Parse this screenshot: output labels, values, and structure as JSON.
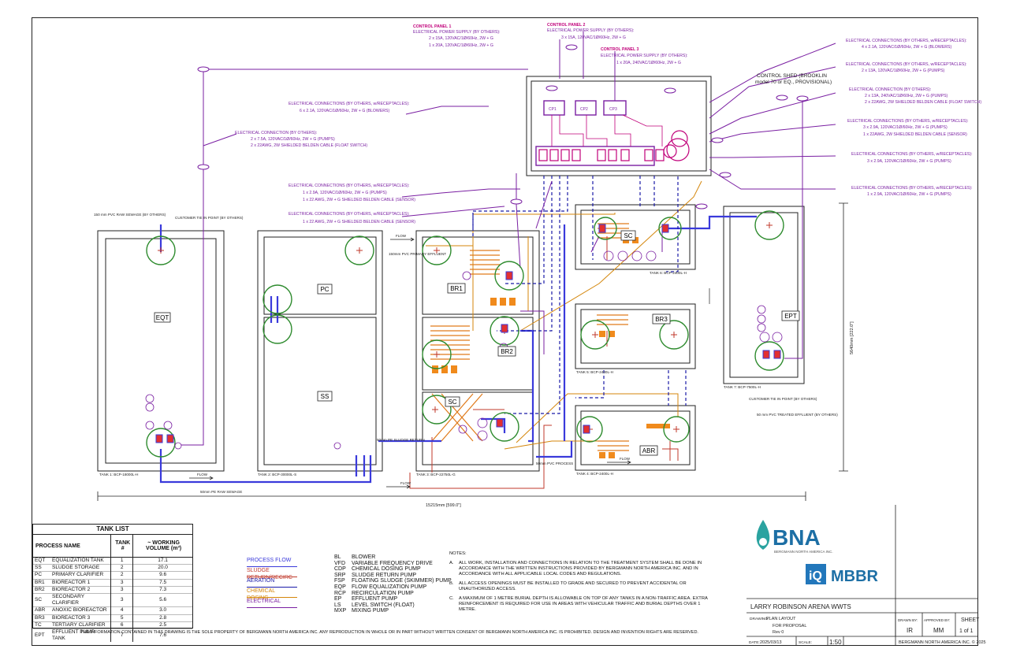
{
  "title_block": {
    "project": "LARRY ROBINSON ARENA WWTS",
    "drawing_label": "DRAWING:",
    "drawing_name": "PLAN LAYOUT",
    "purpose": "FOR PROPOSAL",
    "rev": "Rev 0",
    "date_label": "DATE:",
    "date": "2025/03/13",
    "scale_label": "SCALE:",
    "scale": "1:50",
    "drawn_by_label": "DRAWN BY:",
    "drawn_by": "IR",
    "approved_by_label": "APPROVED BY:",
    "approved_by": "MM",
    "sheet_label": "SHEET",
    "sheet": "1 of 1",
    "company": "BERGMANN NORTH AMERICA INC. © 2025",
    "logo_text": "BNA",
    "logo_sub": "BERGMANN NORTH AMERICA INC.",
    "product_logo_iq": "iQ",
    "product_logo_text": "MBBR"
  },
  "tank_list": {
    "title": "TANK LIST",
    "col_process": "PROCESS NAME",
    "col_tank": "TANK #",
    "col_volume": "~ WORKING VOLUME (m³)",
    "rows": [
      {
        "abbr": "EQT",
        "name": "EQUALIZATION TANK",
        "tank": "1",
        "vol": "17.1"
      },
      {
        "abbr": "SS",
        "name": "SLUDGE STORAGE",
        "tank": "2",
        "vol": "20.0"
      },
      {
        "abbr": "PC",
        "name": "PRIMARY CLARIFIER",
        "tank": "2",
        "vol": "9.6"
      },
      {
        "abbr": "BR1",
        "name": "BIOREACTOR 1",
        "tank": "3",
        "vol": "7.5"
      },
      {
        "abbr": "BR2",
        "name": "BIOREACTOR 2",
        "tank": "3",
        "vol": "7.3"
      },
      {
        "abbr": "SC",
        "name": "SECONDARY CLARIFIER",
        "tank": "3",
        "vol": "5.6"
      },
      {
        "abbr": "ABR",
        "name": "ANOXIC BIOREACTOR",
        "tank": "4",
        "vol": "3.0"
      },
      {
        "abbr": "BR3",
        "name": "BIOREACTOR 3",
        "tank": "5",
        "vol": "2.8"
      },
      {
        "abbr": "TC",
        "name": "TERTIARY CLARIFIER",
        "tank": "6",
        "vol": "2.5"
      },
      {
        "abbr": "EPT",
        "name": "EFFLUENT PUMP TANK",
        "tank": "7",
        "vol": "7.6"
      }
    ]
  },
  "legend": [
    {
      "label": "PROCESS FLOW",
      "color": "#3a3adb"
    },
    {
      "label": "SLUDGE RETURN/RECIRC",
      "color": "#c0392b"
    },
    {
      "label": "AERATION",
      "color": "#1a1aa8"
    },
    {
      "label": "CHEMICAL DOSING",
      "color": "#d4860b"
    },
    {
      "label": "ELECTRICAL",
      "color": "#7a1fa2"
    }
  ],
  "abbreviations": [
    {
      "k": "BL",
      "v": "BLOWER"
    },
    {
      "k": "VFD",
      "v": "VARIABLE FREQUENCY DRIVE"
    },
    {
      "k": "CDP",
      "v": "CHEMICAL DOSING PUMP"
    },
    {
      "k": "SRP",
      "v": "SLUDGE RETURN PUMP"
    },
    {
      "k": "FSP",
      "v": "FLOATING SLUDGE (SKIMMER) PUMP"
    },
    {
      "k": "EQP",
      "v": "FLOW EQUALIZATION PUMP"
    },
    {
      "k": "RCP",
      "v": "RECIRCULATION PUMP"
    },
    {
      "k": "EP",
      "v": "EFFLUENT PUMP"
    },
    {
      "k": "LS",
      "v": "LEVEL SWITCH (FLOAT)"
    },
    {
      "k": "MXP",
      "v": "MIXING PUMP"
    }
  ],
  "notes": {
    "title": "NOTES:",
    "items": [
      {
        "l": "A.",
        "t": "ALL WORK, INSTALLATION AND CONNECTIONS IN RELATION TO THE TREATMENT SYSTEM SHALL BE DONE IN ACCORDANCE WITH THE WRITTEN INSTRUCTIONS PROVIDED BY BERGMANN NORTH AMERICA INC. AND IN ACCORDANCE WITH ALL APPLICABLE LOCAL CODES AND REGULATIONS."
      },
      {
        "l": "B.",
        "t": "ALL ACCESS OPENINGS MUST BE INSTALLED TO GRADE AND SECURED TO PREVENT ACCIDENTAL OR UNAUTHORIZED ACCESS."
      },
      {
        "l": "C.",
        "t": "A MAXIMUM OF 1 METRE BURIAL DEPTH IS ALLOWABLE ON TOP OF ANY TANKS IN A NON-TRAFFIC AREA. EXTRA REINFORCEMENT IS REQUIRED FOR USE IN AREAS WITH VEHICULAR TRAFFIC AND BURIAL DEPTHS OVER 1 METRE."
      }
    ]
  },
  "footer": "THE INFORMATION CONTAINED IN THIS DRAWING IS THE SOLE PROPERTY OF BERGMANN NORTH AMERICA INC. ANY REPRODUCTION IN WHOLE OR IN PART WITHOUT WRITTEN CONSENT OF BERGMANN NORTH AMERICA INC. IS PROHIBITED. DESIGN AND INVENTION RIGHTS ARE RESERVED.",
  "control_panels": [
    {
      "head": "CONTROL PANEL 1",
      "l1": "ELECTRICAL POWER SUPPLY (BY OTHERS):",
      "l2": "2 x 15A, 120VAC/1Ø/60Hz, 2W + G",
      "l3": "1 x 20A, 120VAC/1Ø/60Hz, 2W + G"
    },
    {
      "head": "CONTROL PANEL 2",
      "l1": "ELECTRICAL POWER SUPPLY (BY OTHERS):",
      "l2": "3 x 15A, 120VAC/1Ø/60Hz, 2W + G",
      "l3": ""
    },
    {
      "head": "CONTROL PANEL 3",
      "l1": "ELECTRICAL POWER SUPPLY (BY OTHERS):",
      "l2": "1 x 20A, 240VAC/1Ø/60Hz, 2W + G",
      "l3": ""
    }
  ],
  "control_shed": "CONTROL SHED (BROOKLIN model 70 or EQ., PROVISIONAL)",
  "callouts_left": [
    {
      "head": "ELECTRICAL CONNECTIONS (BY OTHERS, w/RECEPTACLES):",
      "l1": "6 x 2.1A, 120VAC/1Ø/60Hz, 2W + G (BLOWERS)",
      "l2": ""
    },
    {
      "head": "ELECTRICAL CONNECTION (BY OTHERS):",
      "l1": "2 x 7.5A, 120VAC/1Ø/60Hz, 2W + G (PUMPS)",
      "l2": "2 x 22AWG, 2W SHIELDED BELDEN CABLE (FLOAT SWITCH)"
    },
    {
      "head": "ELECTRICAL CONNECTIONS (BY OTHERS, w/RECEPTACLES):",
      "l1": "1 x 2.9A, 120VAC/1Ø/60Hz, 2W + G (PUMPS)",
      "l2": "1 x 22 AWG, 2W + G SHIELDED BELDEN CABLE (SENSOR)"
    },
    {
      "head": "ELECTRICAL CONNECTIONS (BY OTHERS, w/RECEPTACLES):",
      "l1": "1 x 22 AWG, 2W + G SHIELDED BELDEN CABLE (SENSOR)",
      "l2": ""
    }
  ],
  "callouts_right": [
    {
      "head": "ELECTRICAL CONNECTIONS (BY OTHERS, w/RECEPTACLES):",
      "l1": "4 x 2.1A, 120VAC/1Ø/60Hz, 2W + G (BLOWERS)",
      "l2": ""
    },
    {
      "head": "ELECTRICAL CONNECTIONS (BY OTHERS, w/RECEPTACLES):",
      "l1": "2 x 13A, 120VAC/1Ø/60Hz, 2W + G (PUMPS)",
      "l2": ""
    },
    {
      "head": "ELECTRICAL CONNECTION (BY OTHERS):",
      "l1": "2 x 13A, 240VAC/1Ø/60Hz, 2W + G (PUMPS)",
      "l2": "2 x 22AWG, 2W SHIELDED BELDEN CABLE (FLOAT SWITCH)"
    },
    {
      "head": "ELECTRICAL CONNECTIONS (BY OTHERS, w/RECEPTACLES):",
      "l1": "3 x 2.9A, 120VAC/1Ø/60Hz, 2W + G (PUMPS)",
      "l2": "1 x 22AWG, 2W SHIELDED BELDEN CABLE (SENSOR)"
    },
    {
      "head": "ELECTRICAL CONNECTIONS (BY OTHERS, w/RECEPTACLES):",
      "l1": "3 x 2.9A, 120VAC/1Ø/60Hz, 2W + G (PUMPS)",
      "l2": ""
    },
    {
      "head": "ELECTRICAL CONNECTIONS (BY OTHERS, w/RECEPTACLES):",
      "l1": "1 x 2.9A, 120VAC/1Ø/60Hz, 2W + G (PUMPS)",
      "l2": ""
    }
  ],
  "tank_labels": {
    "eqt": "EQT",
    "pc": "PC",
    "ss": "SS",
    "br1": "BR1",
    "br2": "BR2",
    "sc": "SC",
    "sc2": "SC",
    "br3": "BR3",
    "abr": "ABR",
    "ept": "EPT",
    "tank1": "TANK 1: BCP-18000L-H",
    "tank2": "TANK 2: BCP-30000L-S",
    "tank3": "TANK 3: BCP-22750L-G",
    "tank4": "TANK 4: BCP-2400L-H",
    "tank5": "TANK 5: BCP-2400L-H",
    "tank6": "TANK 6: BCP-2400L-H",
    "tank7": "TANK 7: BCP-7500L-H"
  },
  "annotations": {
    "raw_sewage_in": "150 mm PVC RAW SEWAGE (BY OTHERS)",
    "customer_tie_in": "CUSTOMER TIE IN POINT (BY OTHERS)",
    "primary_effluent": "150mm PVC PRIMARY EFFLUENT",
    "flow": "FLOW",
    "raw_sewage_pe": "50mm PE RAW SEWAGE",
    "sludge_return": "50mm PE SLUDGE RETURN",
    "dim_width": "15215mm [599.0\"]",
    "dim_height": "5640mm [222.0\"]",
    "treated_effluent": "50 mm PVC TREATED EFFLUENT (BY OTHERS)",
    "customer_tie_in2": "CUSTOMER TIE IN POINT (BY OTHERS)",
    "pvc_process": "50mm PVC PROCESS"
  }
}
